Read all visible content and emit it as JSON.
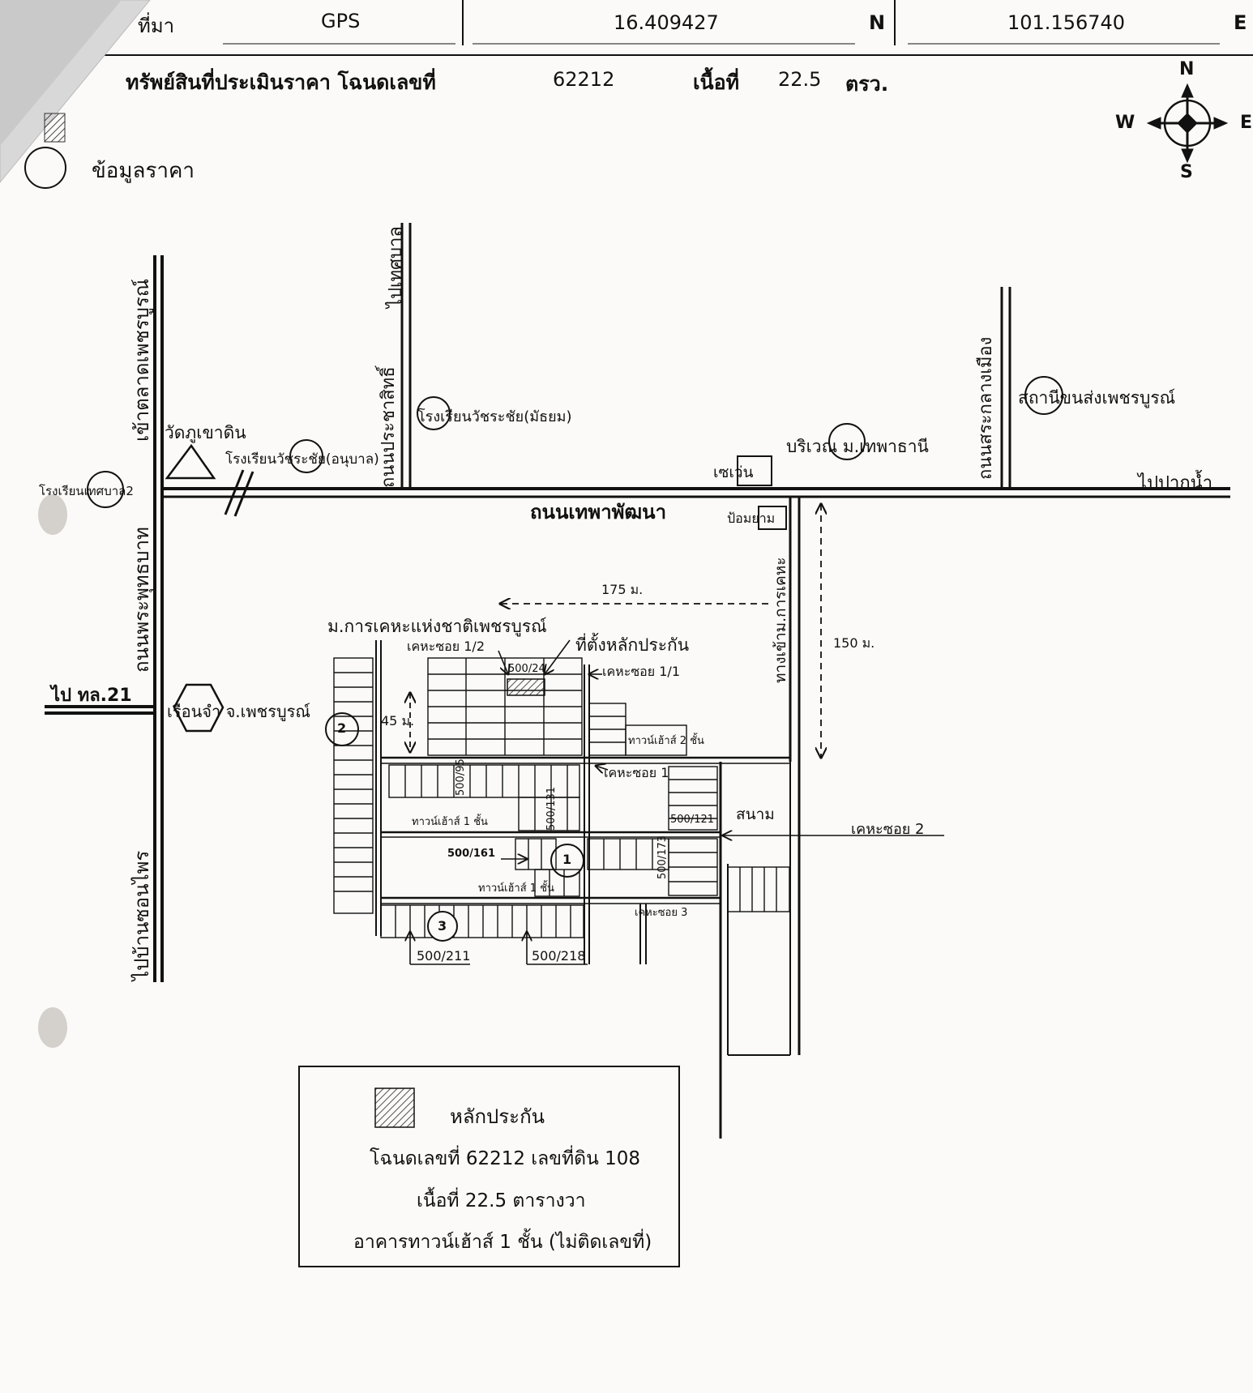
{
  "header": {
    "source_label": "ที่มา",
    "gps_label": "GPS",
    "latitude": "16.409427",
    "lat_dir": "N",
    "longitude": "101.156740",
    "lon_dir": "E"
  },
  "property_line": {
    "title": "ทรัพย์สินที่ประเมินราคา โฉนดเลขที่",
    "deed_no": "62212",
    "area_label": "เนื้อที่",
    "area_value": "22.5",
    "area_unit": "ตรว."
  },
  "price_info_label": "ข้อมูลราคา",
  "compass": {
    "n": "N",
    "s": "S",
    "e": "E",
    "w": "W"
  },
  "roads": {
    "left_top": "เข้าตลาดเพชรบูรณ์",
    "left_mid": "ถนนพระพุทธบาท",
    "left_bottom": "ไปบ้านซอนไพร",
    "prachasit": "ถนนประชาสิทธิ์",
    "to_tessaban": "ไปเทศบาล",
    "sakang_mueang": "ถนนสระกลางเมือง",
    "main_road": "ถนนเทพาพัฒนา",
    "to_paknam": "ไปปากน้ำ",
    "to_tl21": "ไป ทล.21",
    "entrance": "ทางเข้าม.การเคหะ"
  },
  "places": {
    "school_muni2": "โรงเรียนเทศบาล2",
    "wat": "วัดภูเขาดิน",
    "school_kinder": "โรงเรียนวัชระชัย(อนุบาล)",
    "school_secondary": "โรงเรียนวัชระชัย(มัธยม)",
    "tepa_area": "บริเวณ ม.เทพาธานี",
    "seven": "เซเว่น",
    "transport_station": "สถานีขนส่งเพชรบูรณ์",
    "police_box": "ป้อมยาม",
    "prison": "เรือนจำ จ.เพชรบูรณ์",
    "housing_project": "ม.การเคหะแห่งชาติเพชรบูรณ์",
    "collateral_location": "ที่ตั้งหลักประกัน",
    "field": "สนาม"
  },
  "distances": {
    "d175": "175 ม.",
    "d150": "150 ม.",
    "d45": "45 ม."
  },
  "sois": {
    "soi_1_2": "เคหะซอย 1/2",
    "soi_1_1": "เคหะซอย 1/1",
    "soi_1": "เคหะซอย 1",
    "soi_2": "เคหะซอย 2",
    "soi_3": "เคหะซอย 3"
  },
  "buildings": {
    "th2": "ทาวน์เฮ้าส์ 2 ชั้น",
    "th1a": "ทาวน์เฮ้าส์ 1 ชั้น",
    "th1b": "ทาวน์เฮ้าส์ 1 ชั้น"
  },
  "plots": {
    "p500_24": "500/24",
    "p500_95": "500/95",
    "p500_131": "500/131",
    "p500_121": "500/121",
    "p500_161": "500/161",
    "p500_173": "500/173",
    "p500_211": "500/211",
    "p500_218": "500/218"
  },
  "markers": {
    "m1": "1",
    "m2": "2",
    "m3": "3"
  },
  "legend": {
    "title": "หลักประกัน",
    "line1": "โฉนดเลขที่ 62212 เลขที่ดิน 108",
    "line2": "เนื้อที่ 22.5 ตารางวา",
    "line3": "อาคารทาวน์เฮ้าส์ 1 ชั้น (ไม่ติดเลขที่)"
  }
}
